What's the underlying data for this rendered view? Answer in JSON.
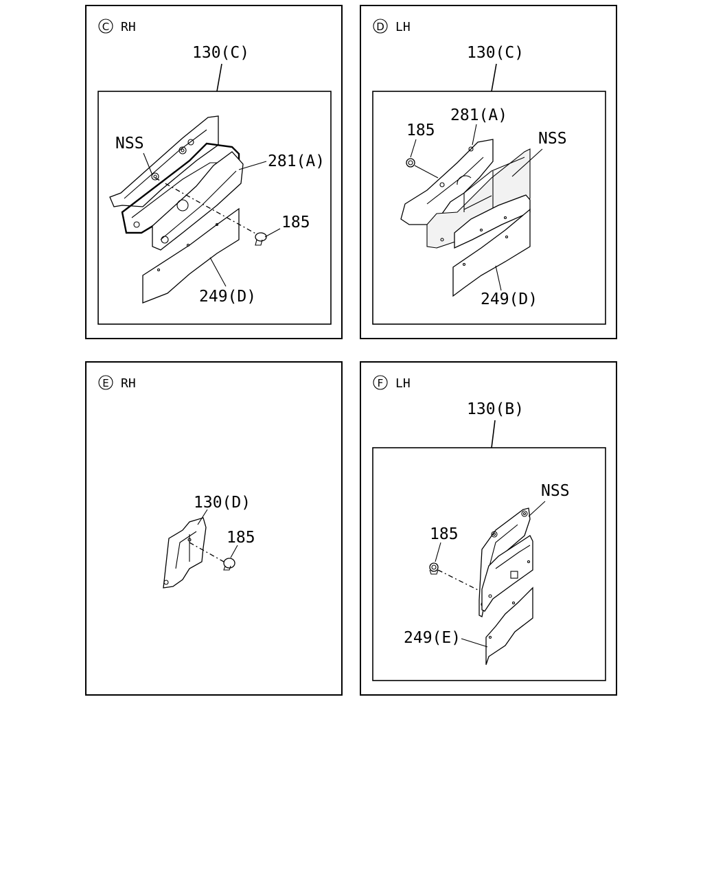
{
  "panels": {
    "c": {
      "letter": "C",
      "side": "RH",
      "assembly": "130(C)",
      "labels": {
        "nss": "NSS",
        "p281": "281(A)",
        "p185": "185",
        "p249": "249(D)"
      }
    },
    "d": {
      "letter": "D",
      "side": "LH",
      "assembly": "130(C)",
      "labels": {
        "p281": "281(A)",
        "p185": "185",
        "nss": "NSS",
        "p249": "249(D)"
      }
    },
    "e": {
      "letter": "E",
      "side": "RH",
      "labels": {
        "p130": "130(D)",
        "p185": "185"
      }
    },
    "f": {
      "letter": "F",
      "side": "LH",
      "assembly": "130(B)",
      "labels": {
        "nss": "NSS",
        "p185": "185",
        "p249": "249(E)"
      }
    }
  }
}
